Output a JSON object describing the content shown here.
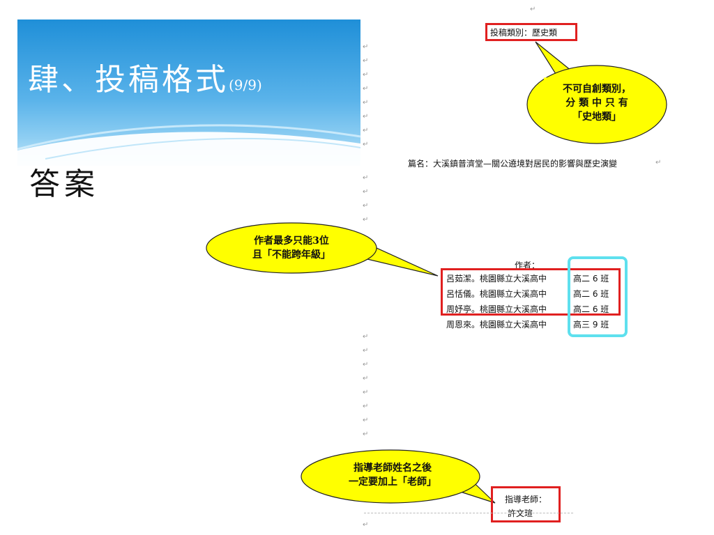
{
  "slide": {
    "title": "肆、投稿格式",
    "page_indicator": "(9/9)",
    "section": "答案"
  },
  "document": {
    "category": "投稿類別：歷史類",
    "article_title": "篇名：大溪鎮普濟堂—關公遶境對居民的影響與歷史演變",
    "authors_label": "作者：",
    "authors": [
      {
        "name": "呂茹潔。桃園縣立大溪高中",
        "class": "高二 6 班"
      },
      {
        "name": "呂恬儀。桃園縣立大溪高中",
        "class": "高二 6 班"
      },
      {
        "name": "周妤亭。桃園縣立大溪高中",
        "class": "高二 6 班"
      },
      {
        "name": "周恩來。桃園縣立大溪高中",
        "class": "高三 9 班"
      }
    ],
    "advisor_label": "指導老師：",
    "advisor_name": "許文瑄",
    "paragraph_mark": "↵"
  },
  "callouts": {
    "category_note": "不可自創類別，\n分 類 中 只 有\n「史地類」",
    "author_note": "作者最多只能3位\n且「不能跨年級」",
    "advisor_note": "指導老師姓名之後\n一定要加上「老師」"
  },
  "colors": {
    "banner": "#1f8fd8",
    "highlight_red": "#e02020",
    "highlight_cyan": "#5ee0ee",
    "callout_fill": "#ffff00"
  }
}
